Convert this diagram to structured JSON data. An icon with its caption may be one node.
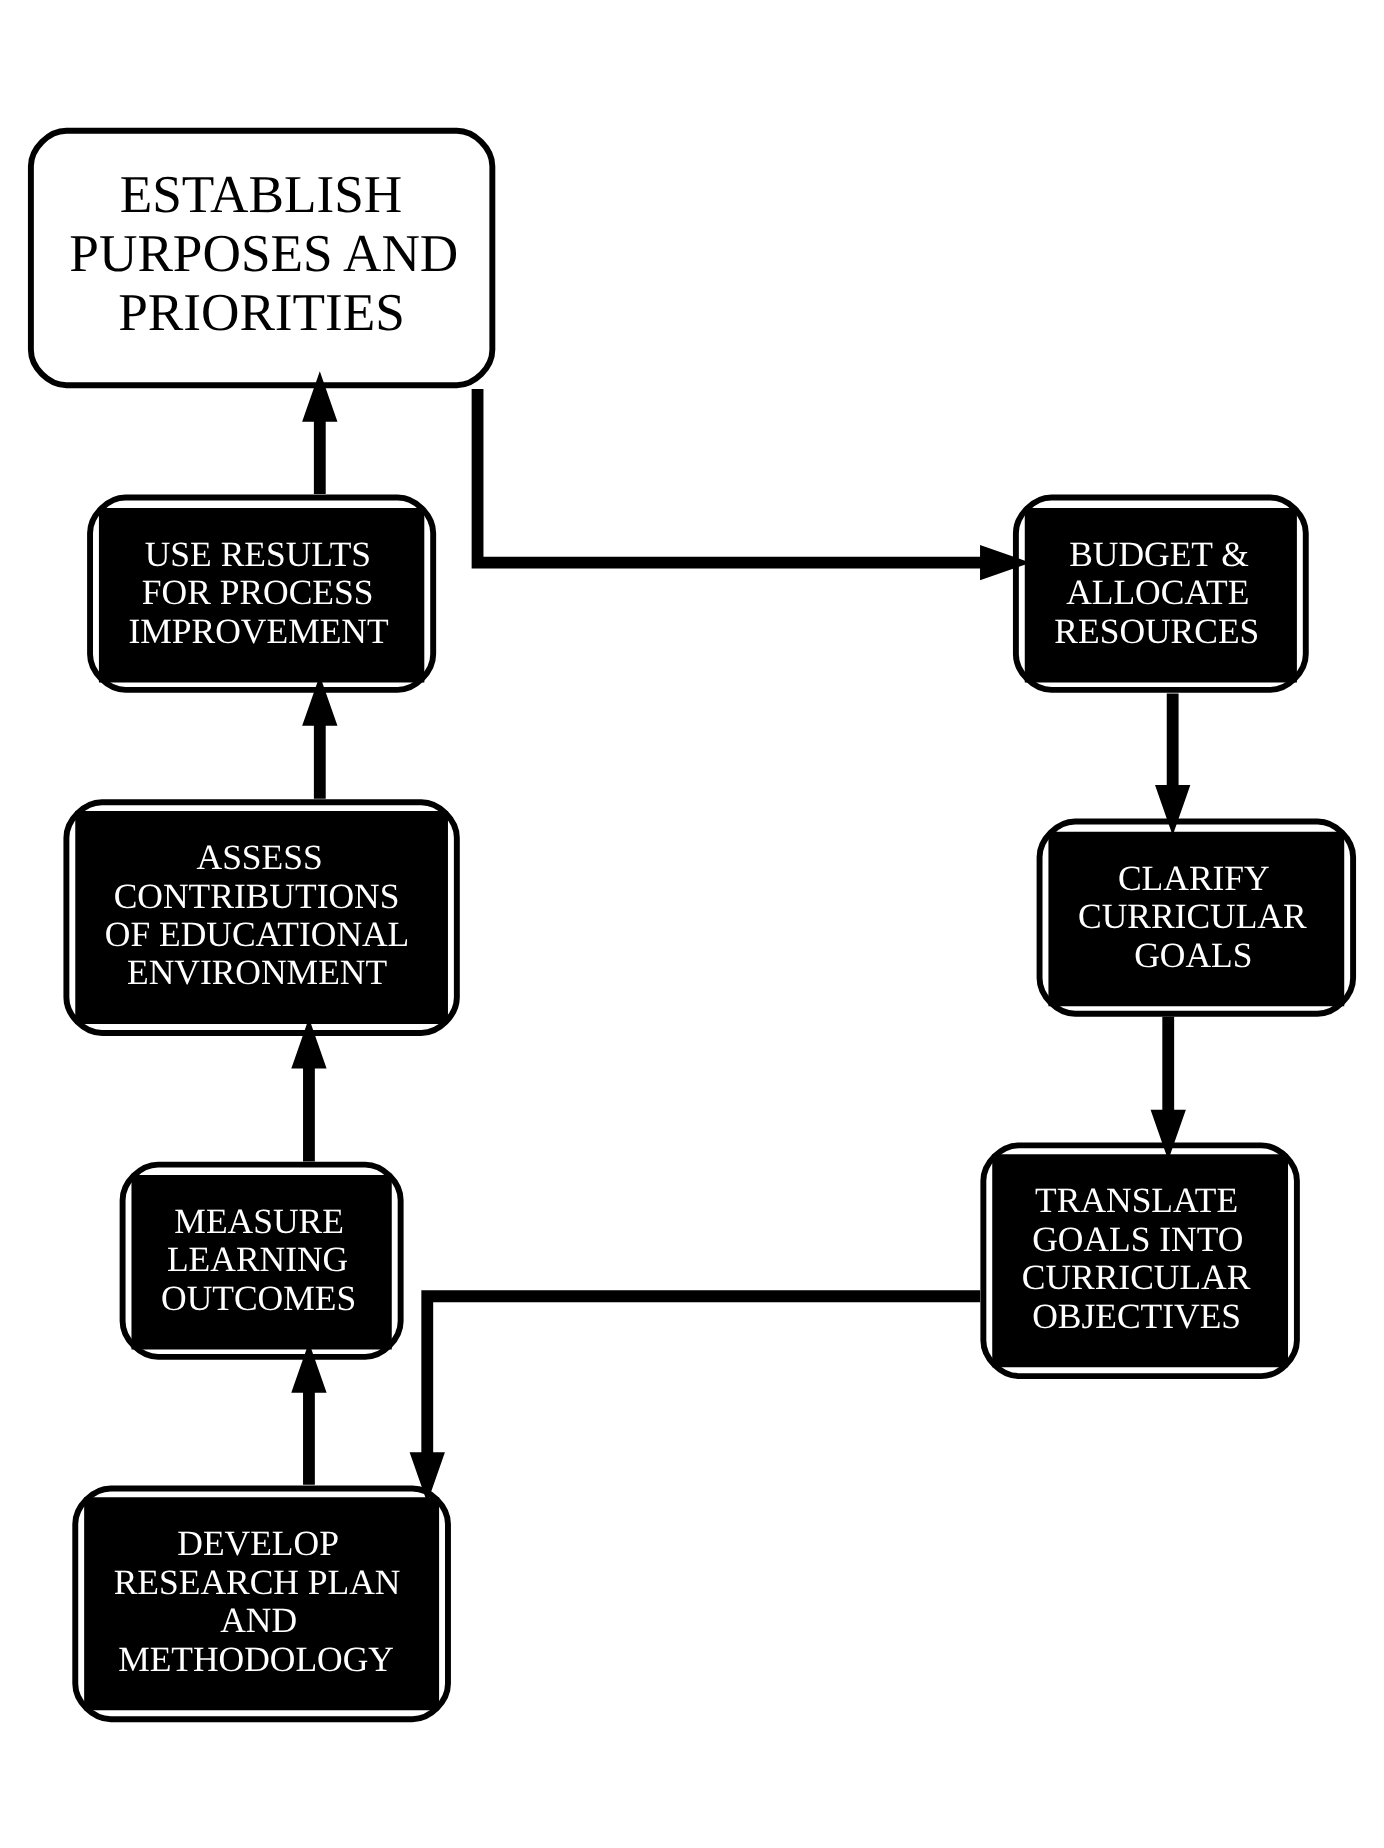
{
  "diagram": {
    "nodes": [
      {
        "text": [
          "ESTABLISH PURPOSES AND PRIORITIES"
        ]
      },
      {
        "text": [
          "USE RESULTS FOR PROCESS IMPROVEMENT"
        ]
      },
      {
        "text": [
          "BUDGET & ALLOCATE RESOURCES"
        ]
      },
      {
        "text": [
          "ASSESS CONTRIBUTIONS OF EDUCATIONAL ENVIRONMENT"
        ]
      },
      {
        "text": [
          "CLARIFY CURRICULAR GOALS"
        ]
      },
      {
        "text": [
          "MEASURE LEARNING OUTCOMES"
        ]
      },
      {
        "text": [
          "TRANSLATE GOALS INTO CURRICULAR OBJECTIVES"
        ]
      },
      {
        "text": [
          "DEVELOP RESEARCH PLAN AND METHODOLOGY"
        ]
      }
    ],
    "edges": [
      {
        "from": 0,
        "to": 2,
        "arrow": "to"
      },
      {
        "from": 2,
        "to": 4,
        "arrow": "to"
      },
      {
        "from": 4,
        "to": 6,
        "arrow": "to"
      },
      {
        "from": 6,
        "to": 7,
        "arrow": "to"
      },
      {
        "from": 7,
        "to": 5,
        "arrow": "to"
      },
      {
        "from": 5,
        "to": 3,
        "arrow": "to"
      },
      {
        "from": 3,
        "to": 1,
        "arrow": "to"
      },
      {
        "from": 1,
        "to": 0,
        "arrow": "to"
      }
    ]
  }
}
